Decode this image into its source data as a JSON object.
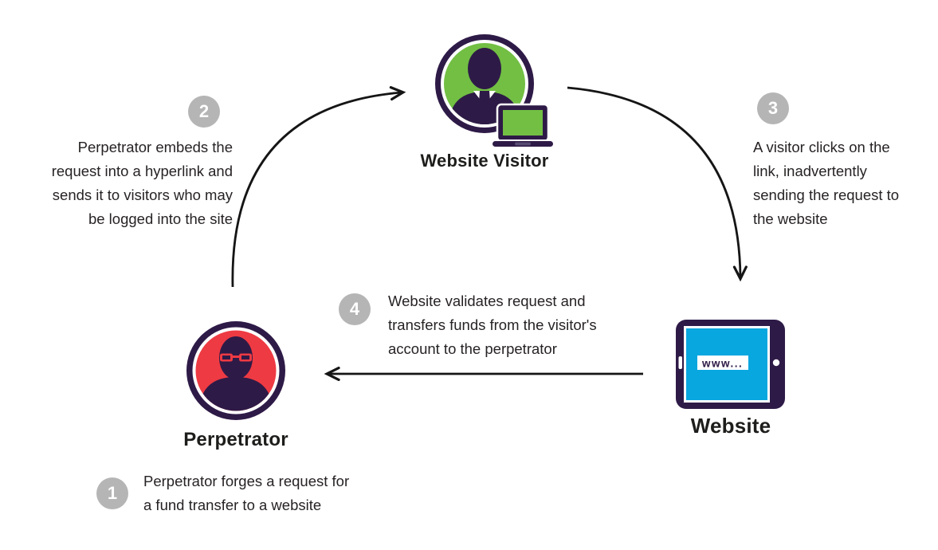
{
  "nodes": {
    "visitor": {
      "label": "Website Visitor"
    },
    "perpetrator": {
      "label": "Perpetrator"
    },
    "website": {
      "label": "Website",
      "address_bar": "www..."
    }
  },
  "steps": [
    {
      "number": "1",
      "text": "Perpetrator forges a request for\na fund transfer to a website"
    },
    {
      "number": "2",
      "text": "Perpetrator embeds the\nrequest into a hyperlink  and\nsends it to visitors who may\nbe logged into the site"
    },
    {
      "number": "3",
      "text": "A visitor clicks on the\nlink, inadvertently\nsending the request to\nthe website"
    },
    {
      "number": "4",
      "text": "Website validates request and\ntransfers funds from the visitor's\naccount to the  perpetrator"
    }
  ],
  "colors": {
    "dark_purple": "#2e1a47",
    "green": "#72bf44",
    "red": "#ee3a43",
    "blue": "#09a7e0",
    "badge_gray": "#b5b5b5",
    "arrow_black": "#151515",
    "text_dark": "#272324"
  }
}
